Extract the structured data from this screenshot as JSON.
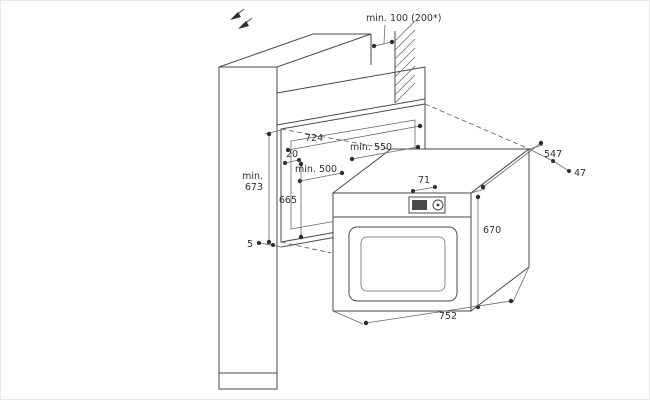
{
  "page": {
    "background": "#ffffff",
    "line_color": "#4a4a4a",
    "text_color": "#303030"
  },
  "labels": {
    "wall_clearance": "min. 100 (200*)",
    "niche_outer_width": "724",
    "niche_inner_width": "min. 550",
    "side_gap": "20",
    "inner_depth": "min. 500",
    "niche_outer_height_line1": "min.",
    "niche_outer_height_line2": "673",
    "niche_inner_height": "665",
    "bottom_gap": "5",
    "oven_depth": "547",
    "door_proud": "47",
    "panel_height": "71",
    "oven_height": "670",
    "oven_width": "752"
  }
}
